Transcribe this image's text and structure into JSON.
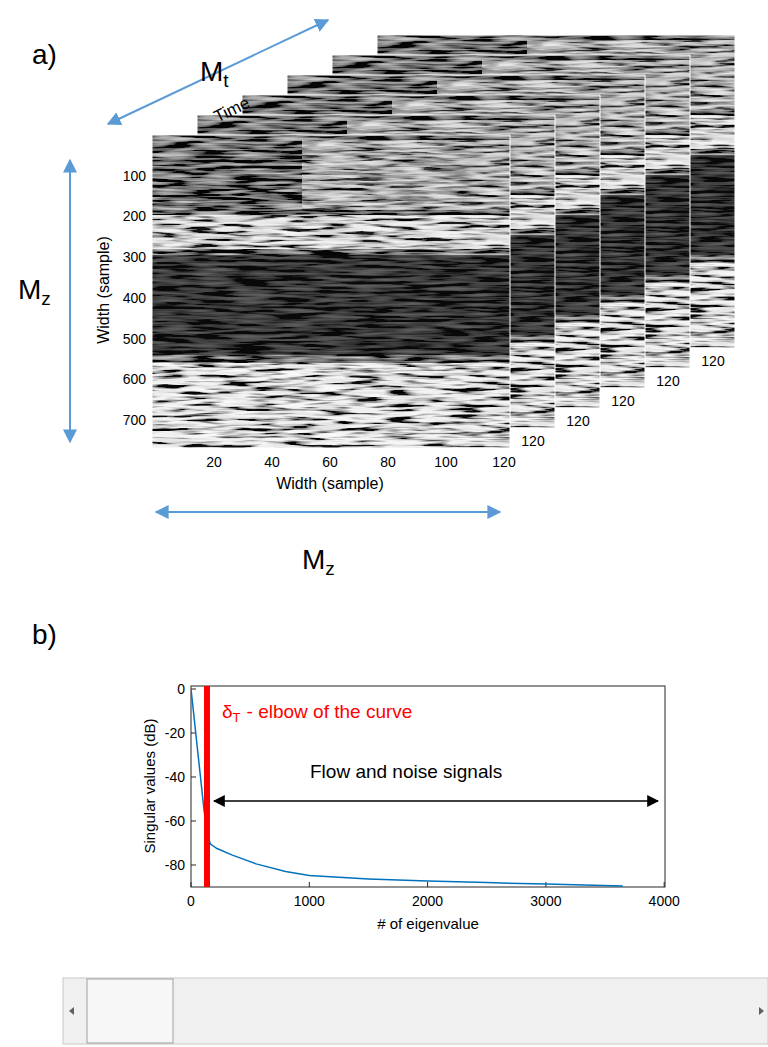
{
  "diagram": {
    "labels": [
      "a)",
      "M",
      "t",
      "Time",
      "M",
      "z",
      "100",
      "200",
      "300",
      "400",
      "500",
      "600",
      "700",
      "Width (sample)",
      "20",
      "40",
      "60",
      "80",
      "100",
      "120",
      "Width (sample)",
      "120",
      "120",
      "120",
      "120",
      "120",
      "M",
      "z",
      "b)",
      "Singular values (dB)",
      "0",
      "-20",
      "-40",
      "-60",
      "-80",
      "0",
      "1000",
      "2000",
      "3000",
      "4000",
      "# of eigenvalue",
      "δ",
      "T",
      "- elbow of the curve",
      "Flow and noise signals"
    ]
  }
}
